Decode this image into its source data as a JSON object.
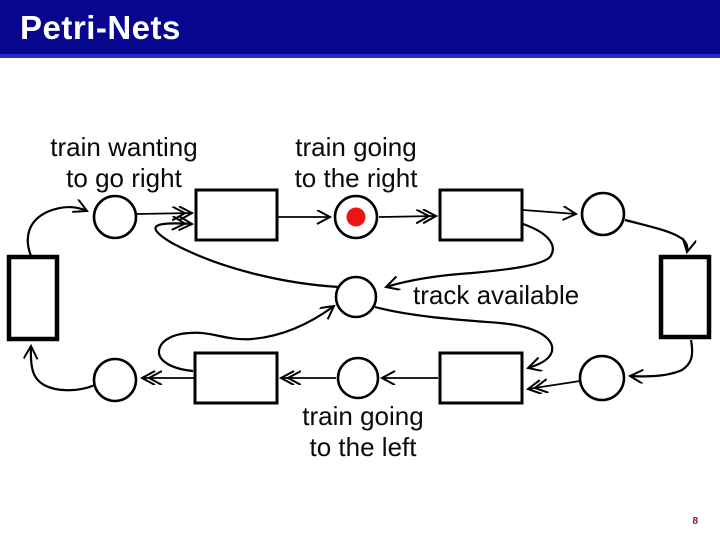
{
  "colors": {
    "header-bg": "#06068e",
    "header-accent": "#2a2ac0",
    "ink": "#000000",
    "token": "#ee1414",
    "page-number": "#7a1a1a"
  },
  "header": {
    "title": "Petri-Nets"
  },
  "footer": {
    "page_number": "8"
  },
  "diagram": {
    "labels": {
      "train_wanting_line1": "train wanting",
      "train_wanting_line2": "to go right",
      "train_going_right_line1": "train going",
      "train_going_right_line2": "to the right",
      "track_available": "track available",
      "train_going_left_line1": "train going",
      "train_going_left_line2": "to the left"
    },
    "structure": {
      "places": [
        {
          "name": "train-wanting-to-go-right",
          "tokens": 0
        },
        {
          "name": "train-going-to-the-right",
          "tokens": 1
        },
        {
          "name": "place-top-right",
          "tokens": 0
        },
        {
          "name": "track-available",
          "tokens": 0
        },
        {
          "name": "place-bottom-left",
          "tokens": 0
        },
        {
          "name": "place-bottom-center",
          "tokens": 0
        },
        {
          "name": "place-bottom-right",
          "tokens": 0
        }
      ],
      "transitions": [
        "transition-left",
        "transition-top-left",
        "transition-top-right",
        "transition-right",
        "transition-bottom-right",
        "transition-bottom-left"
      ],
      "arcs": [
        [
          "transition-left",
          "train-wanting-to-go-right"
        ],
        [
          "train-wanting-to-go-right",
          "transition-top-left"
        ],
        [
          "track-available",
          "transition-top-left"
        ],
        [
          "transition-top-left",
          "train-going-to-the-right"
        ],
        [
          "train-going-to-the-right",
          "transition-top-right"
        ],
        [
          "transition-top-right",
          "place-top-right"
        ],
        [
          "transition-top-right",
          "track-available"
        ],
        [
          "place-top-right",
          "transition-right"
        ],
        [
          "transition-right",
          "place-bottom-right"
        ],
        [
          "place-bottom-right",
          "transition-bottom-right"
        ],
        [
          "track-available",
          "transition-bottom-right"
        ],
        [
          "transition-bottom-right",
          "place-bottom-center"
        ],
        [
          "place-bottom-center",
          "transition-bottom-left"
        ],
        [
          "transition-bottom-left",
          "track-available"
        ],
        [
          "transition-bottom-left",
          "place-bottom-left"
        ],
        [
          "place-bottom-left",
          "transition-left"
        ]
      ]
    }
  }
}
